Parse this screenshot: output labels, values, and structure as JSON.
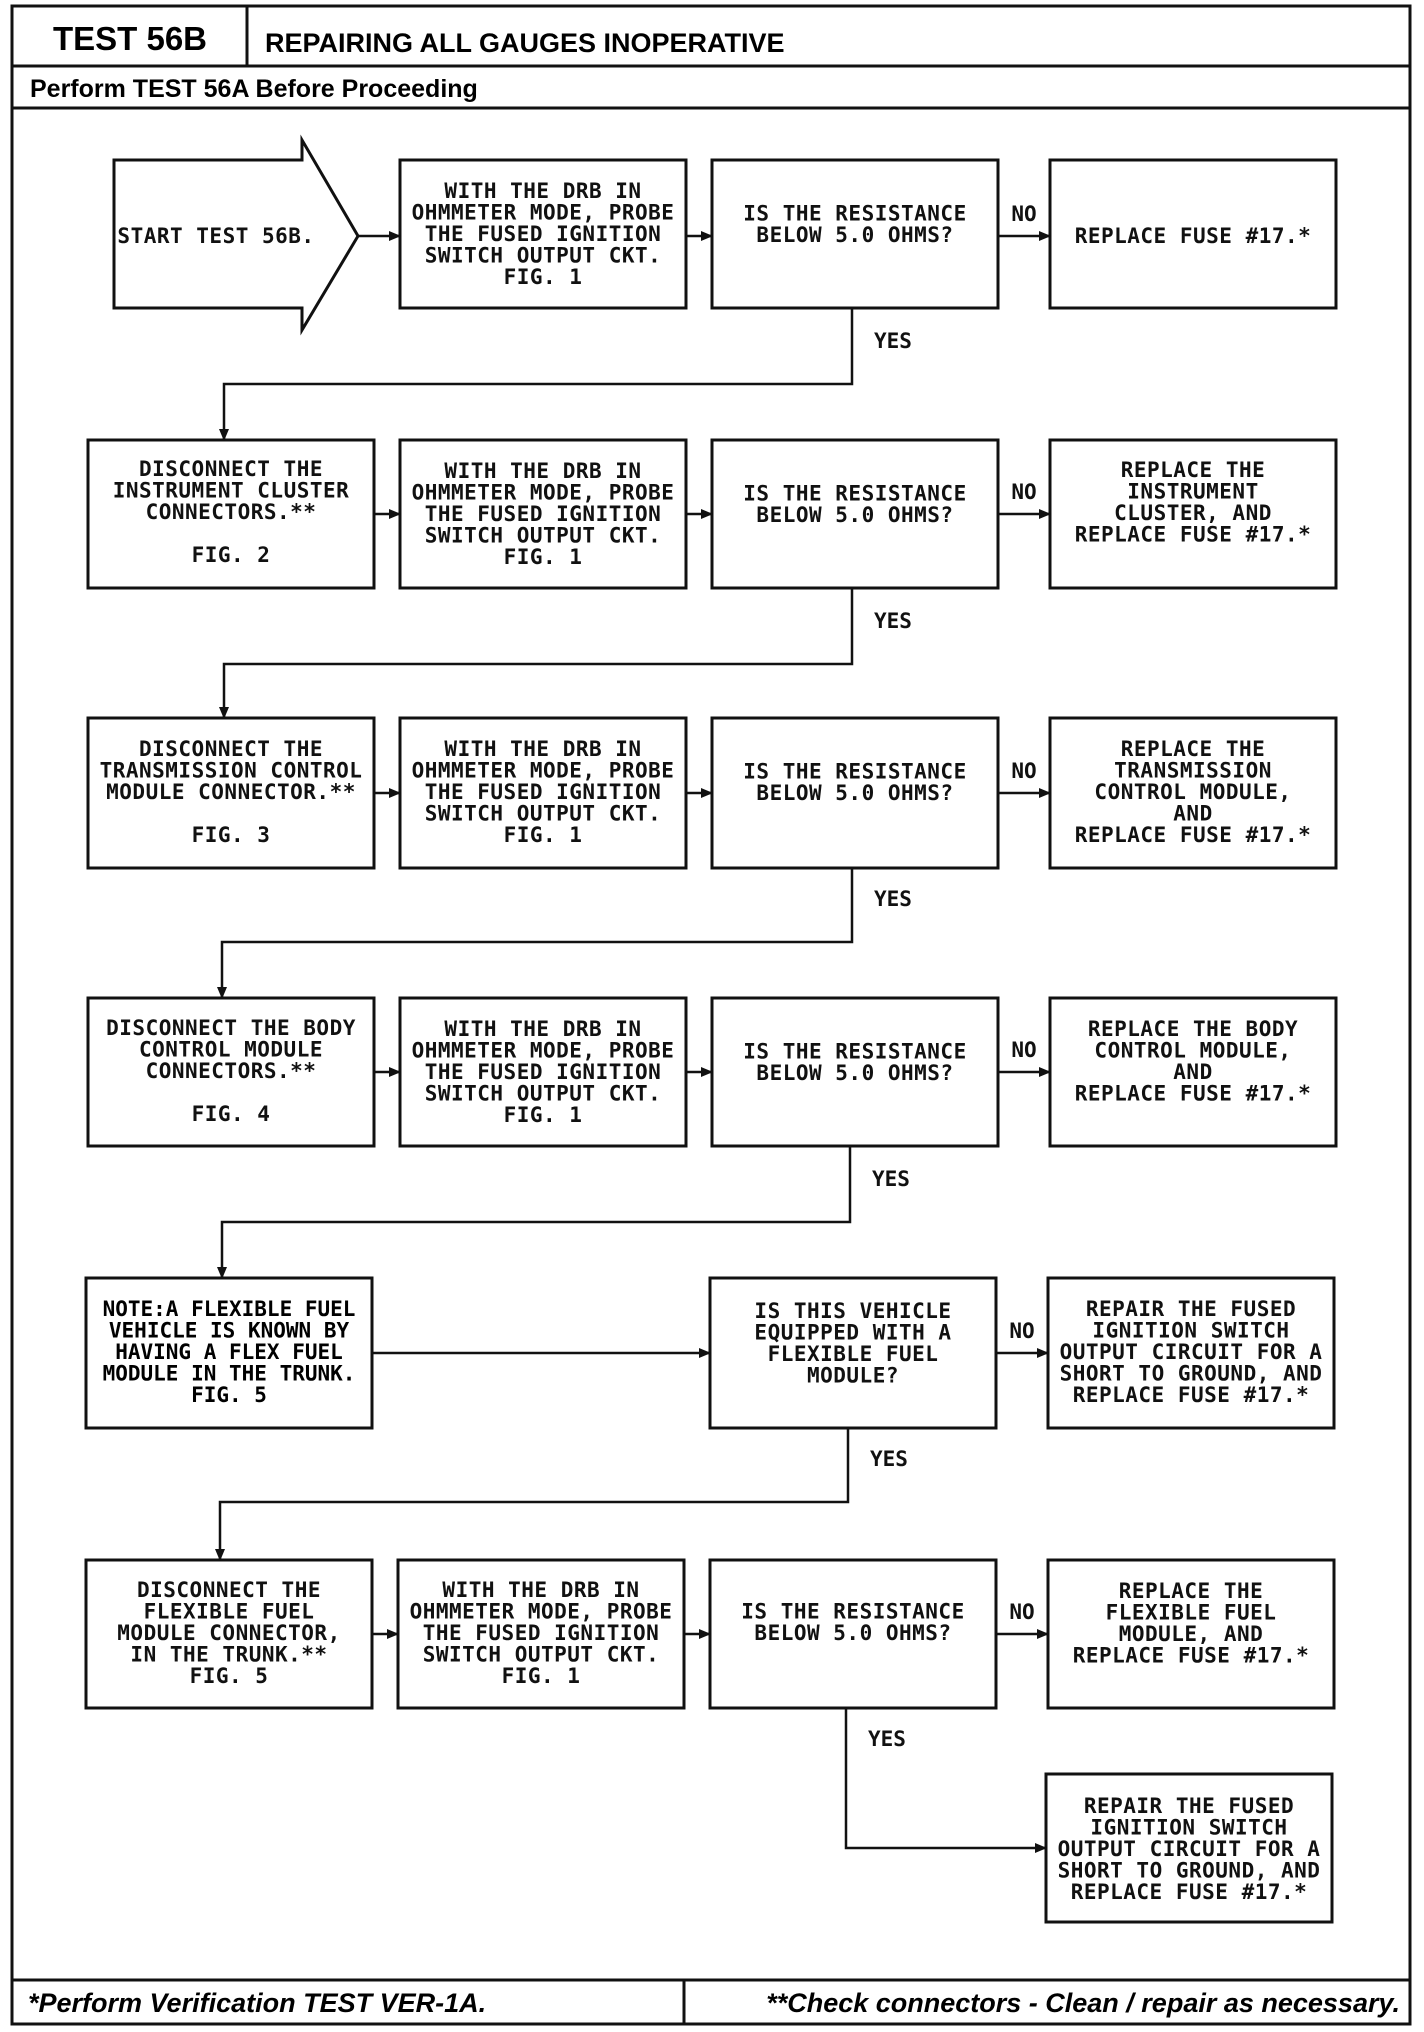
{
  "header": {
    "test_id": "TEST 56B",
    "title": "REPAIRING ALL GAUGES INOPERATIVE",
    "prerequisite": "Perform TEST 56A Before Proceeding"
  },
  "footer": {
    "left": "*Perform Verification TEST VER-1A.",
    "right": "**Check connectors - Clean / repair as necessary."
  },
  "labels": {
    "no": "NO",
    "yes": "YES"
  },
  "rows": [
    {
      "start": [
        "START TEST 56B."
      ],
      "probe": [
        "WITH THE DRB IN",
        "OHMMETER MODE, PROBE",
        "THE FUSED IGNITION",
        "SWITCH OUTPUT CKT.",
        "FIG. 1"
      ],
      "question": [
        "IS THE RESISTANCE",
        "BELOW 5.0 OHMS?"
      ],
      "result": [
        "REPLACE FUSE #17.*"
      ]
    },
    {
      "action": [
        "DISCONNECT THE",
        "INSTRUMENT CLUSTER",
        "CONNECTORS.**",
        "",
        "FIG. 2"
      ],
      "probe": [
        "WITH THE DRB IN",
        "OHMMETER MODE, PROBE",
        "THE FUSED IGNITION",
        "SWITCH OUTPUT CKT.",
        "FIG. 1"
      ],
      "question": [
        "IS THE RESISTANCE",
        "BELOW 5.0 OHMS?"
      ],
      "result": [
        "REPLACE THE",
        "INSTRUMENT",
        "CLUSTER, AND",
        "REPLACE FUSE #17.*"
      ]
    },
    {
      "action": [
        "DISCONNECT THE",
        "TRANSMISSION CONTROL",
        "MODULE CONNECTOR.**",
        "",
        "FIG. 3"
      ],
      "probe": [
        "WITH THE DRB IN",
        "OHMMETER MODE, PROBE",
        "THE FUSED IGNITION",
        "SWITCH OUTPUT CKT.",
        "FIG. 1"
      ],
      "question": [
        "IS THE RESISTANCE",
        "BELOW 5.0 OHMS?"
      ],
      "result": [
        "REPLACE THE",
        "TRANSMISSION",
        "CONTROL MODULE,",
        "AND",
        "REPLACE FUSE #17.*"
      ]
    },
    {
      "action": [
        "DISCONNECT THE BODY",
        "CONTROL MODULE",
        "CONNECTORS.**",
        "",
        "FIG. 4"
      ],
      "probe": [
        "WITH THE DRB IN",
        "OHMMETER MODE, PROBE",
        "THE FUSED IGNITION",
        "SWITCH OUTPUT CKT.",
        "FIG. 1"
      ],
      "question": [
        "IS THE RESISTANCE",
        "BELOW 5.0 OHMS?"
      ],
      "result": [
        "REPLACE THE BODY",
        "CONTROL MODULE,",
        "AND",
        "REPLACE FUSE #17.*"
      ]
    },
    {
      "note": [
        "NOTE:A FLEXIBLE FUEL",
        "VEHICLE IS KNOWN BY",
        "HAVING A FLEX FUEL",
        "MODULE IN THE TRUNK.",
        "FIG. 5"
      ],
      "question": [
        "IS THIS VEHICLE",
        "EQUIPPED WITH A",
        "FLEXIBLE FUEL",
        "MODULE?"
      ],
      "result": [
        "REPAIR THE FUSED",
        "IGNITION SWITCH",
        "OUTPUT CIRCUIT FOR A",
        "SHORT TO GROUND, AND",
        "REPLACE FUSE #17.*"
      ]
    },
    {
      "action": [
        "DISCONNECT THE",
        "FLEXIBLE FUEL",
        "MODULE CONNECTOR,",
        "IN THE TRUNK.**",
        "FIG. 5"
      ],
      "probe": [
        "WITH THE DRB IN",
        "OHMMETER MODE, PROBE",
        "THE FUSED IGNITION",
        "SWITCH OUTPUT CKT.",
        "FIG. 1"
      ],
      "question": [
        "IS THE RESISTANCE",
        "BELOW 5.0 OHMS?"
      ],
      "result": [
        "REPLACE THE",
        "FLEXIBLE FUEL",
        "MODULE, AND",
        "REPLACE FUSE #17.*"
      ]
    }
  ],
  "final": [
    "REPAIR THE FUSED",
    "IGNITION SWITCH",
    "OUTPUT CIRCUIT FOR A",
    "SHORT TO GROUND, AND",
    "REPLACE FUSE #17.*"
  ]
}
